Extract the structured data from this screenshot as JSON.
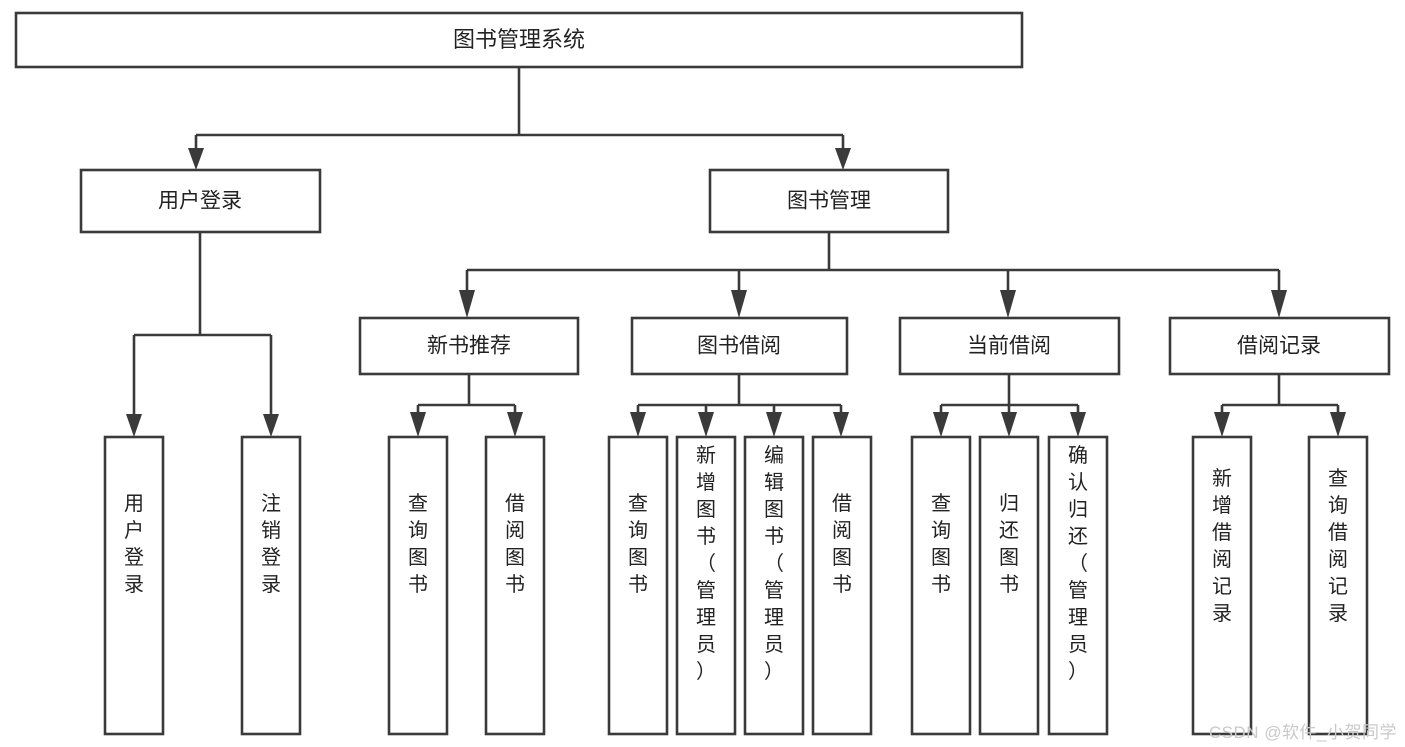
{
  "diagram": {
    "type": "tree-hierarchy-chart",
    "title": "图书管理系统",
    "watermark": "CSDN @软件_小贺同学",
    "levels": {
      "level1": [
        {
          "id": "root",
          "label": "图书管理系统"
        }
      ],
      "level2": [
        {
          "id": "user-login",
          "label": "用户登录"
        },
        {
          "id": "book-manage",
          "label": "图书管理"
        }
      ],
      "level3": [
        {
          "id": "new-book-recommend",
          "label": "新书推荐"
        },
        {
          "id": "book-borrow",
          "label": "图书借阅"
        },
        {
          "id": "current-borrow",
          "label": "当前借阅"
        },
        {
          "id": "borrow-record",
          "label": "借阅记录"
        }
      ],
      "level4": [
        {
          "id": "leaf-user-login",
          "label": "用户登录",
          "parent": "user-login"
        },
        {
          "id": "leaf-logout-login",
          "label": "注销登录",
          "parent": "user-login"
        },
        {
          "id": "leaf-query-book-1",
          "label": "查询图书",
          "parent": "new-book-recommend"
        },
        {
          "id": "leaf-borrow-book-1",
          "label": "借阅图书",
          "parent": "new-book-recommend"
        },
        {
          "id": "leaf-query-book-2",
          "label": "查询图书",
          "parent": "book-borrow"
        },
        {
          "id": "leaf-add-book",
          "label": "新增图书（管理员）",
          "parent": "book-borrow"
        },
        {
          "id": "leaf-edit-book",
          "label": "编辑图书（管理员）",
          "parent": "book-borrow"
        },
        {
          "id": "leaf-borrow-book-2",
          "label": "借阅图书",
          "parent": "book-borrow"
        },
        {
          "id": "leaf-query-book-3",
          "label": "查询图书",
          "parent": "current-borrow"
        },
        {
          "id": "leaf-return-book",
          "label": "归还图书",
          "parent": "current-borrow"
        },
        {
          "id": "leaf-confirm-return",
          "label": "确认归还（管理员）",
          "parent": "current-borrow"
        },
        {
          "id": "leaf-add-record",
          "label": "新增借阅记录",
          "parent": "borrow-record"
        },
        {
          "id": "leaf-query-record",
          "label": "查询借阅记录",
          "parent": "borrow-record"
        }
      ]
    },
    "colors": {
      "stroke": "#3a3a3a",
      "fill": "#ffffff",
      "text": "#222222",
      "watermark": "#c9c9c9",
      "background": "#ffffff"
    }
  }
}
